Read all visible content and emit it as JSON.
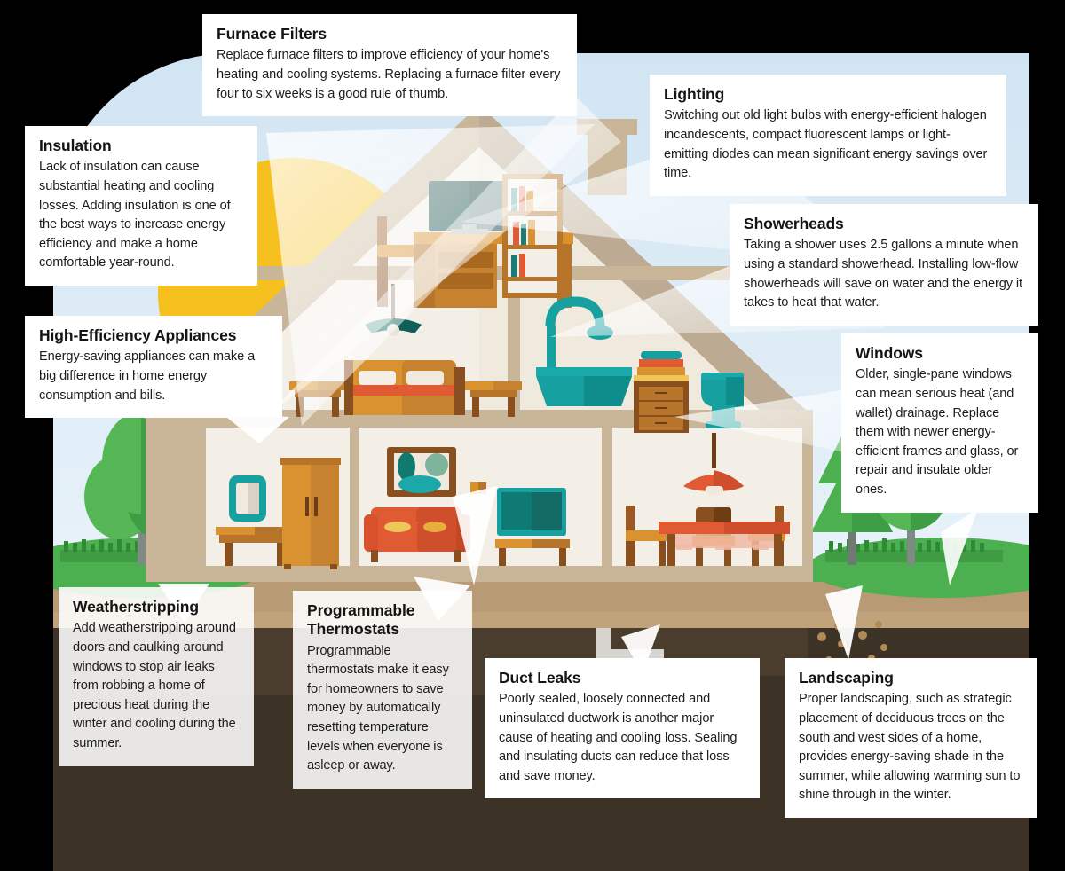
{
  "infographic": {
    "subject": "Home energy efficiency cutaway house",
    "background_color": "#000000",
    "sky_color": "#dceaf6",
    "sun_color": "#f5b800",
    "wall_color": "#f4efe6",
    "roof_color": "#c9b698",
    "grass_color": "#4caf50",
    "soil_color": "#3d3226",
    "teal_color": "#108a8a",
    "orange_color": "#e05a33",
    "wood_color": "#c78a3c"
  },
  "callouts": [
    {
      "id": "furnace-filters",
      "title": "Furnace Filters",
      "body": "Replace furnace filters to improve efficiency of your home's heating and cooling systems. Replacing a furnace filter every four to six weeks is a good rule of thumb."
    },
    {
      "id": "lighting",
      "title": "Lighting",
      "body": "Switching out old light bulbs with energy-efficient halogen incandescents, compact fluorescent lamps or light-emitting diodes can mean significant energy savings over time."
    },
    {
      "id": "insulation",
      "title": "Insulation",
      "body": "Lack of insulation can cause substantial heating and cooling losses. Adding insulation is one of the best ways to increase energy efficiency and make a home comfortable year-round."
    },
    {
      "id": "showerheads",
      "title": "Showerheads",
      "body": "Taking a shower uses 2.5 gallons a minute when using a standard showerhead. Installing low-flow showerheads will save on water and the energy it takes to heat that water."
    },
    {
      "id": "appliances",
      "title": "High-Efficiency Appliances",
      "body": "Energy-saving appliances can make a big difference in home energy consumption and bills."
    },
    {
      "id": "windows",
      "title": "Windows",
      "body": "Older, single-pane windows can mean serious heat (and wallet) drainage. Replace them with newer energy-efficient frames and glass, or repair and insulate older ones."
    },
    {
      "id": "weatherstripping",
      "title": "Weatherstripping",
      "body": "Add weatherstripping around doors and caulking around windows to stop air leaks from robbing a home of precious heat during the winter and cooling during the summer."
    },
    {
      "id": "thermostats",
      "title": "Programmable Thermostats",
      "body": "Programmable thermostats make it easy for homeowners to save money by automatically resetting temperature levels when everyone is asleep or away."
    },
    {
      "id": "duct-leaks",
      "title": "Duct Leaks",
      "body": "Poorly sealed, loosely connected and uninsulated ductwork is another major cause of heating and cooling loss. Sealing and insulating ducts can reduce that loss and save money."
    },
    {
      "id": "landscaping",
      "title": "Landscaping",
      "body": "Proper landscaping, such as strategic placement of deciduous trees on the south and west sides of a home, provides energy-saving shade in the summer, while allowing warming sun to shine through in the winter."
    }
  ],
  "scene_rooms": [
    {
      "name": "attic-office",
      "items": [
        "desk",
        "office-chair",
        "computer-monitor",
        "bookshelf"
      ]
    },
    {
      "name": "bedroom",
      "items": [
        "bed",
        "nightstand-left",
        "nightstand-right",
        "pendant-lamp"
      ]
    },
    {
      "name": "bathroom",
      "items": [
        "bathtub",
        "showerhead",
        "towel-dresser",
        "toilet"
      ]
    },
    {
      "name": "entry-hall",
      "items": [
        "mirror",
        "console-table",
        "wardrobe"
      ]
    },
    {
      "name": "living-room",
      "items": [
        "sofa",
        "framed-art",
        "thermostat",
        "television",
        "tv-stand"
      ]
    },
    {
      "name": "dining-room",
      "items": [
        "dining-table",
        "chair-left",
        "chair-center",
        "chair-right",
        "pendant-lamp"
      ]
    },
    {
      "name": "basement",
      "items": [
        "ductwork",
        "gravel-soil"
      ]
    },
    {
      "name": "exterior",
      "items": [
        "sun",
        "chimney",
        "deciduous-tree-left",
        "conifer-tree-right",
        "round-tree-right",
        "hedge",
        "lawn"
      ]
    }
  ]
}
